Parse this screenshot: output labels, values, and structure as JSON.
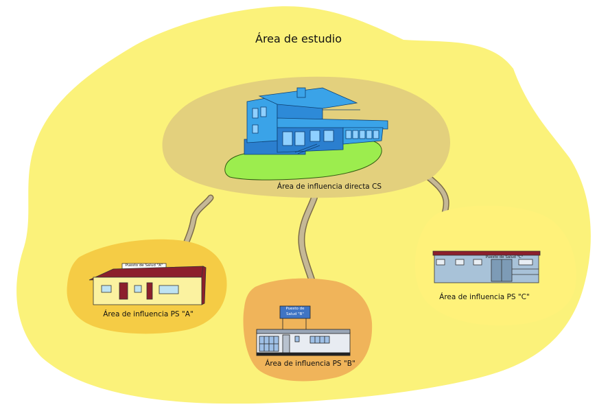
{
  "diagram": {
    "title": "Área de estudio",
    "main_center": {
      "label": "Área de influencia directa CS"
    },
    "posts": [
      {
        "id": "A",
        "label": "Área de influencia PS \"A\"",
        "sign": "Puesto de Salud \"A\""
      },
      {
        "id": "B",
        "label": "Área de influencia PS \"B\"",
        "sign_line1": "Puesto de",
        "sign_line2": "Salud \"B\""
      },
      {
        "id": "C",
        "label": "Área de influencia PS \"C\"",
        "sign": "Puesto de Salud \"C\""
      }
    ]
  },
  "colors": {
    "study_area": "#fbf27a",
    "center_area": "#e3d07d",
    "area_a": "#f5cc45",
    "area_b": "#f0b45a",
    "area_c": "#fff27a",
    "path": "#c5b896",
    "grass": "#9ced4e",
    "building_blue": "#3aa3e8",
    "roof_red": "#8c1f2c"
  }
}
